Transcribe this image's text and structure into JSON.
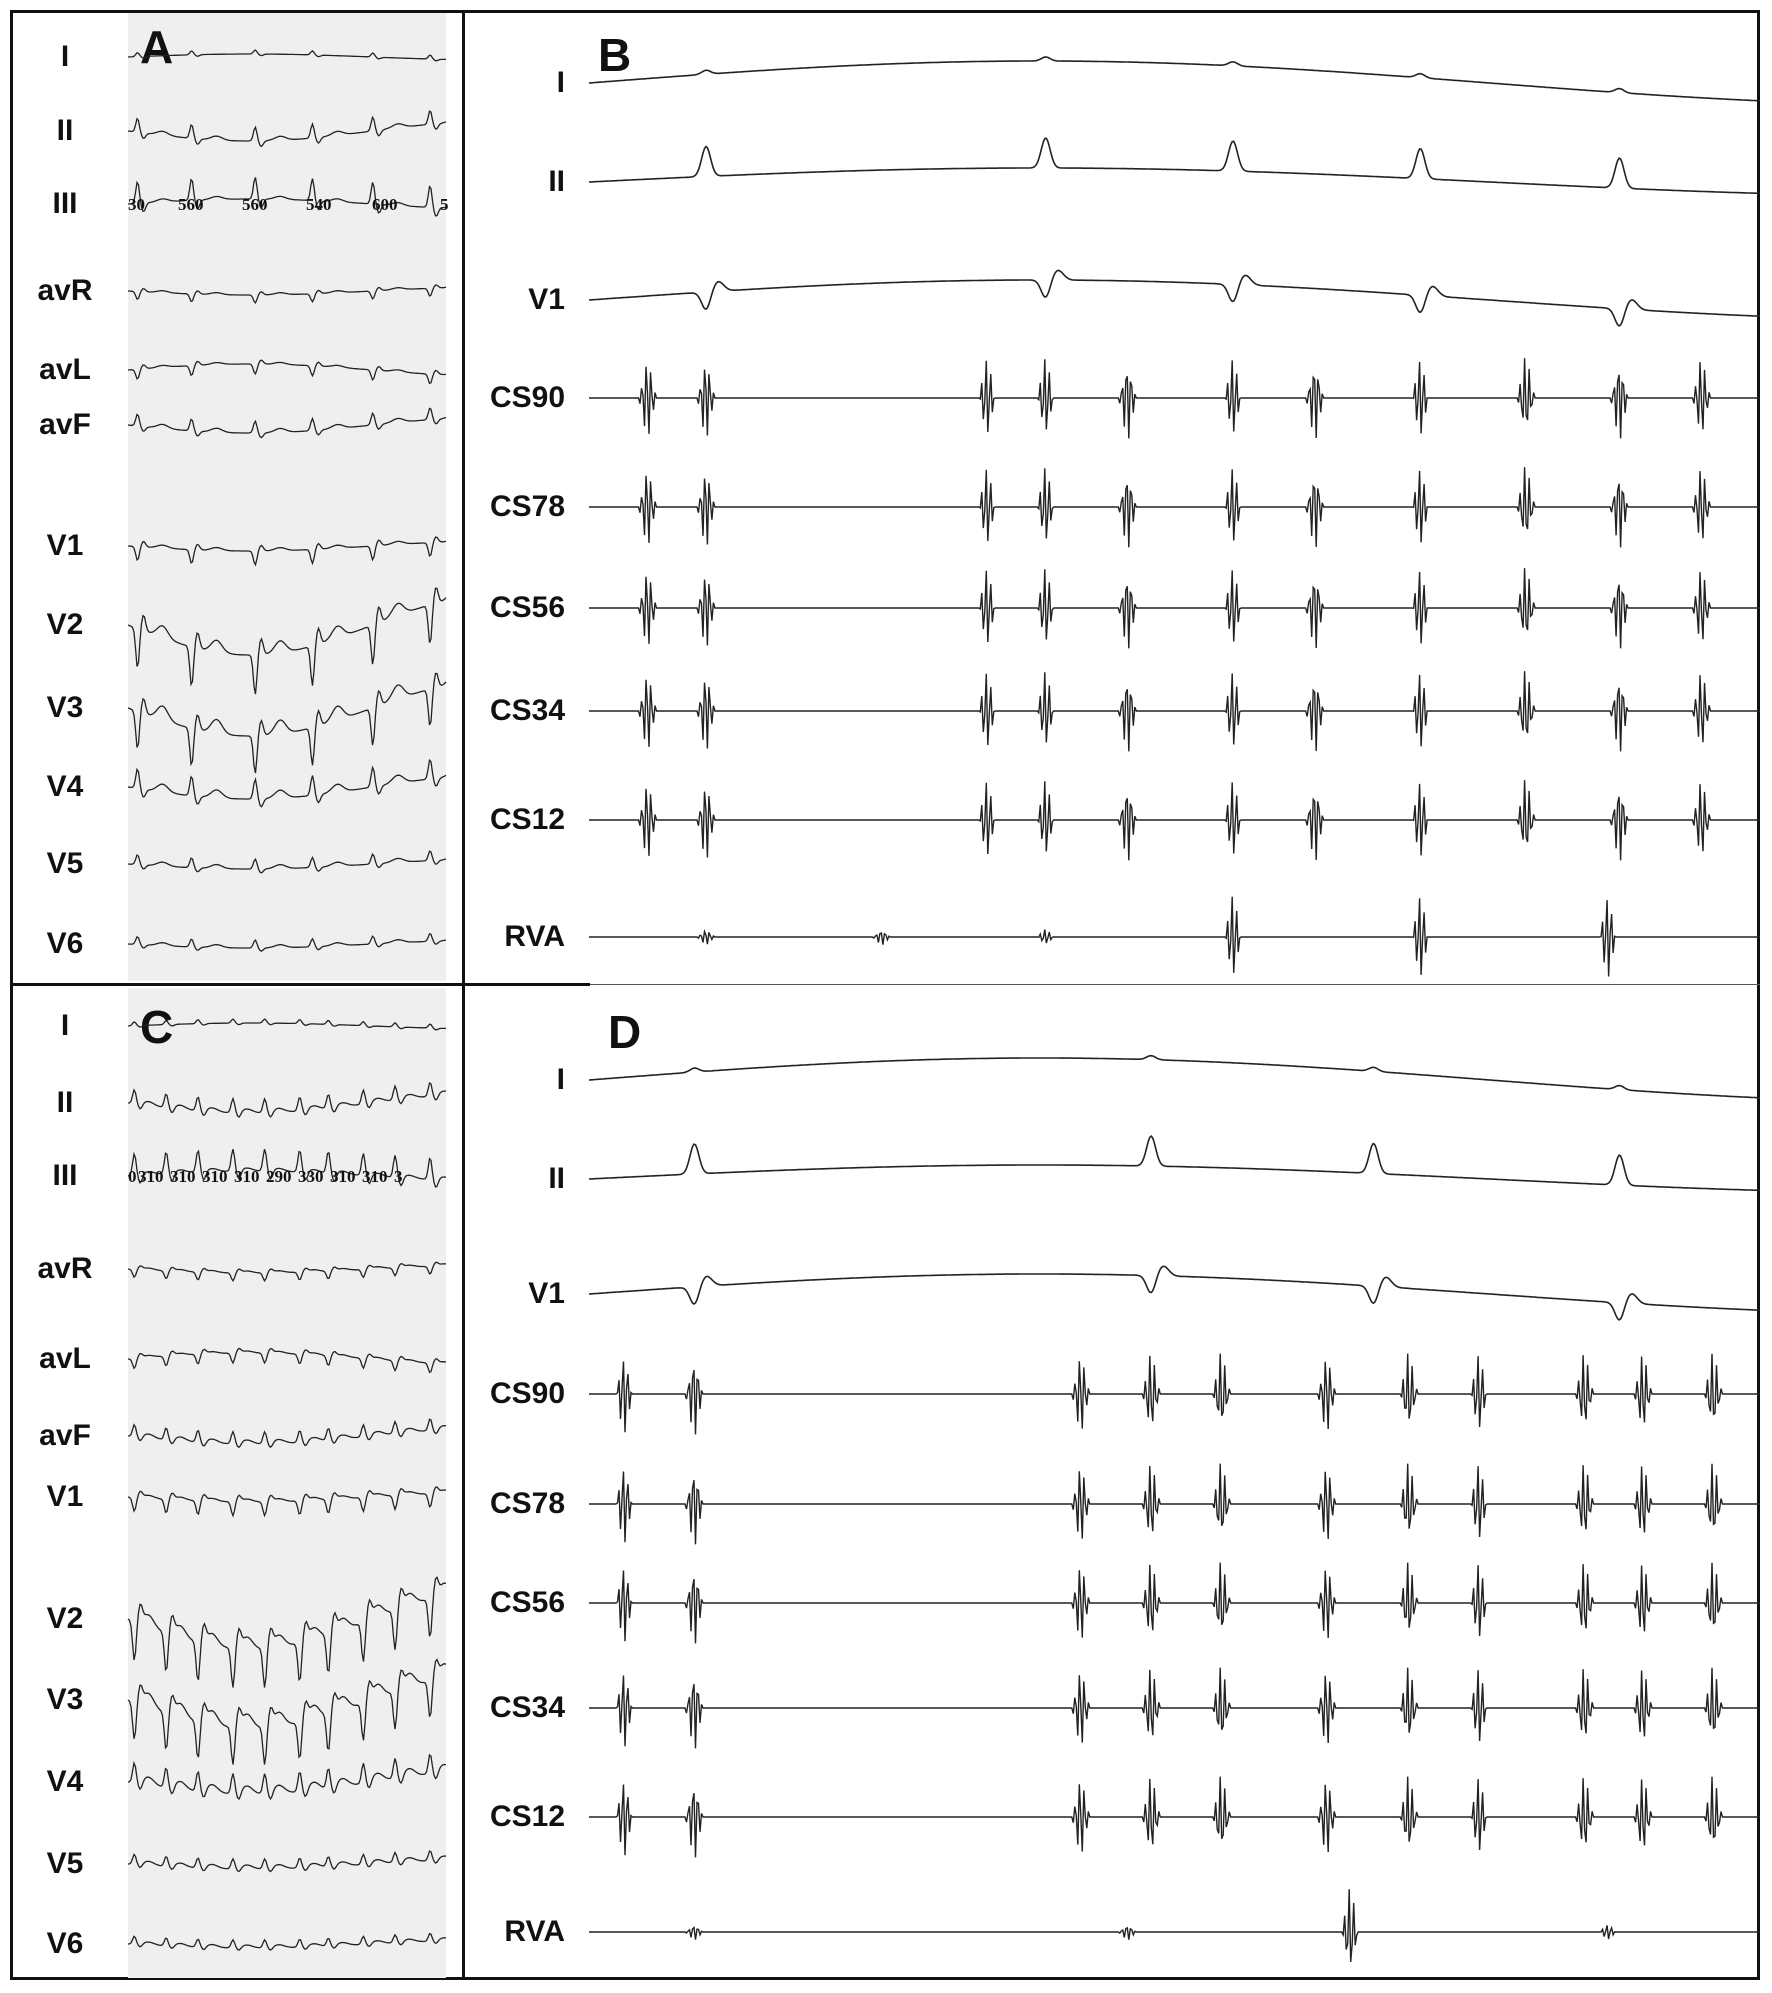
{
  "panels": {
    "A": {
      "letter": "A",
      "leads": [
        "I",
        "II",
        "III",
        "avR",
        "avL",
        "avF",
        "V1",
        "V2",
        "V3",
        "V4",
        "V5",
        "V6"
      ],
      "intervals": [
        "30",
        "560",
        "560",
        "540",
        "600",
        "5"
      ]
    },
    "B": {
      "letter": "B",
      "leads": [
        "I",
        "II",
        "V1",
        "CS90",
        "CS78",
        "CS56",
        "CS34",
        "CS12",
        "RVA"
      ]
    },
    "C": {
      "letter": "C",
      "leads": [
        "I",
        "II",
        "III",
        "avR",
        "avL",
        "avF",
        "V1",
        "V2",
        "V3",
        "V4",
        "V5",
        "V6"
      ],
      "intervals": [
        "0",
        "310",
        "310",
        "310",
        "310",
        "290",
        "330",
        "310",
        "310",
        "3"
      ]
    },
    "D": {
      "letter": "D",
      "leads": [
        "I",
        "II",
        "V1",
        "CS90",
        "CS78",
        "CS56",
        "CS34",
        "CS12",
        "RVA"
      ]
    }
  },
  "colors": {
    "trace": "#222222",
    "strip_background": "#efefef",
    "border": "#111111"
  }
}
